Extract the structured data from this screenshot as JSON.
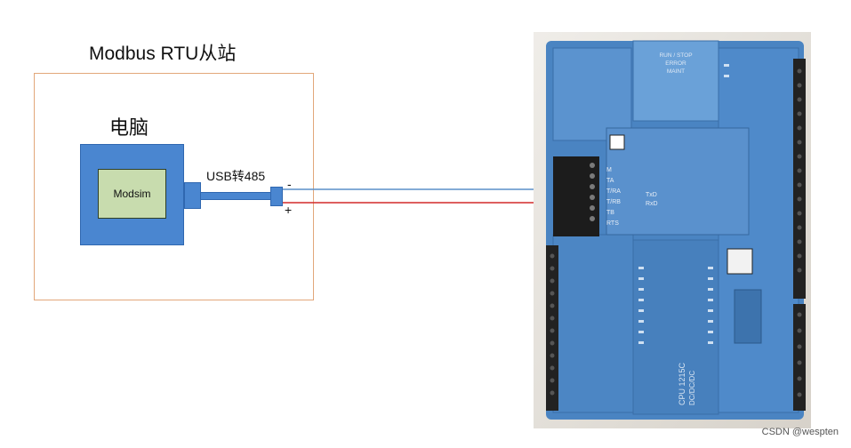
{
  "title": "Modbus RTU从站",
  "pc_label": "电脑",
  "app_label": "Modsim",
  "usb_label": "USB转485",
  "polarity": {
    "minus": "-",
    "plus": "+"
  },
  "plc_photo": {
    "status_leds": [
      "RUN / STOP",
      "ERROR",
      "MAINT"
    ],
    "terminal_labels": [
      "M",
      "TA",
      "T/RA",
      "T/RB",
      "TB",
      "RTS"
    ],
    "model_lines": [
      "CPU 1215C",
      "DC/DC/DC"
    ],
    "txrx": [
      "TxD",
      "RxD"
    ]
  },
  "watermark": "CSDN @wespten",
  "colors": {
    "frame": "#e2a77a",
    "pc": "#4a86d0",
    "app": "#c8dcae",
    "wire_minus": "#5a8fc8",
    "wire_plus": "#d42a2a",
    "plc_body": "#4a84c2"
  }
}
